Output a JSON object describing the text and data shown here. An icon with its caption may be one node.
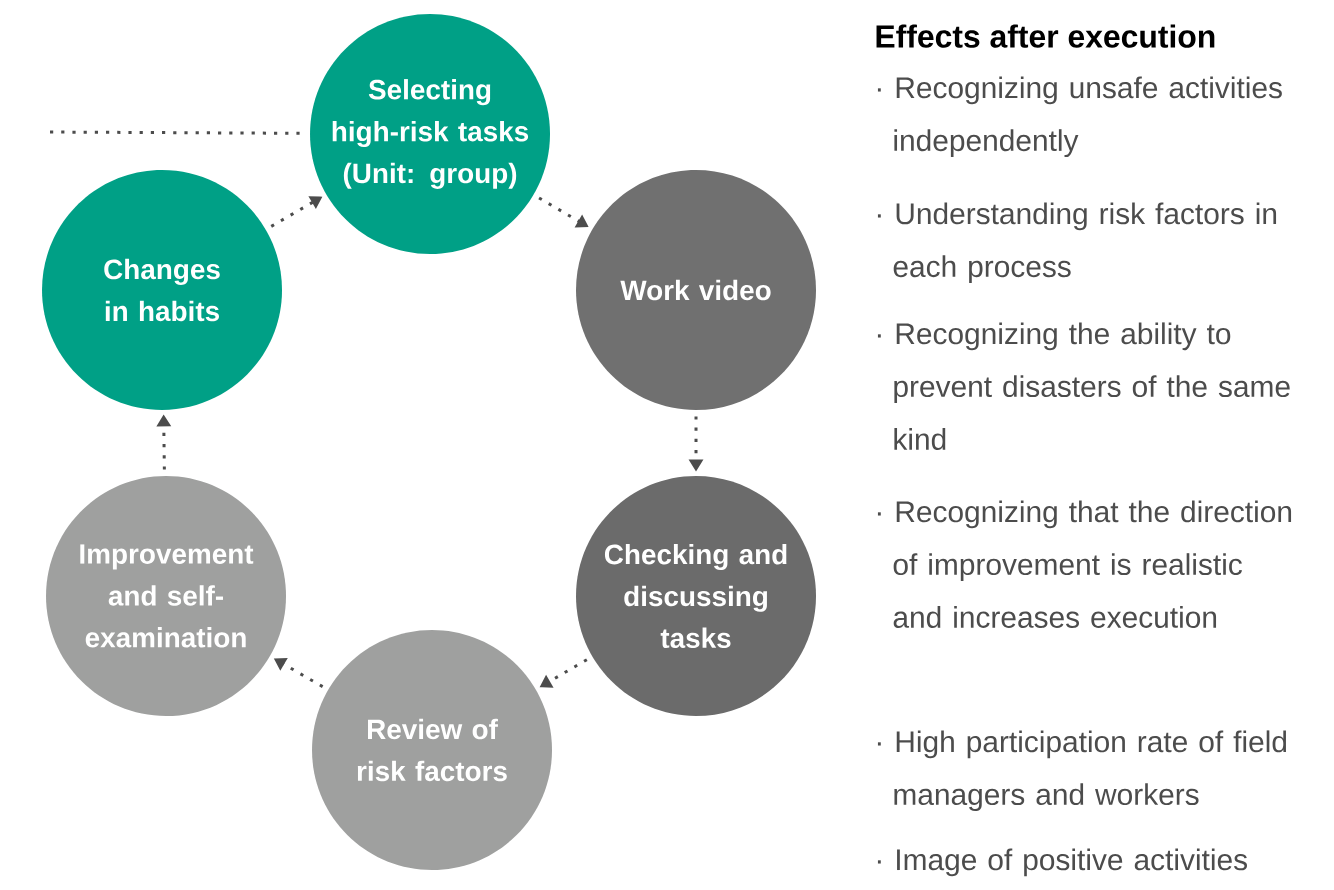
{
  "diagram": {
    "title": "Effects after execution",
    "nodes": [
      {
        "text": [
          "Selecting high-risk tasks (Unit: group)"
        ]
      },
      {
        "text": [
          "Work video"
        ]
      },
      {
        "text": [
          "Checking and discussing tasks"
        ]
      },
      {
        "text": [
          "Review of risk factors"
        ]
      },
      {
        "text": [
          "Improvement and self-examination"
        ]
      },
      {
        "text": [
          "Changes in habits"
        ]
      }
    ],
    "edges": [
      {
        "from": null,
        "to": 0,
        "arrow": "none"
      },
      {
        "from": 0,
        "to": 1,
        "arrow": "to"
      },
      {
        "from": 1,
        "to": 2,
        "arrow": "to"
      },
      {
        "from": 2,
        "to": 3,
        "arrow": "to"
      },
      {
        "from": 3,
        "to": 4,
        "arrow": "to"
      },
      {
        "from": 4,
        "to": 5,
        "arrow": "to"
      },
      {
        "from": 5,
        "to": 0,
        "arrow": "to"
      }
    ],
    "labels": [
      "· Recognizing unsafe activities independently",
      "· Understanding risk factors in each process",
      "· Recognizing the ability to prevent disasters of the same kind",
      "· Recognizing that the direction of improvement is realistic and increases execution",
      "· High participation rate of field managers and workers",
      "· Image of positive activities"
    ]
  }
}
